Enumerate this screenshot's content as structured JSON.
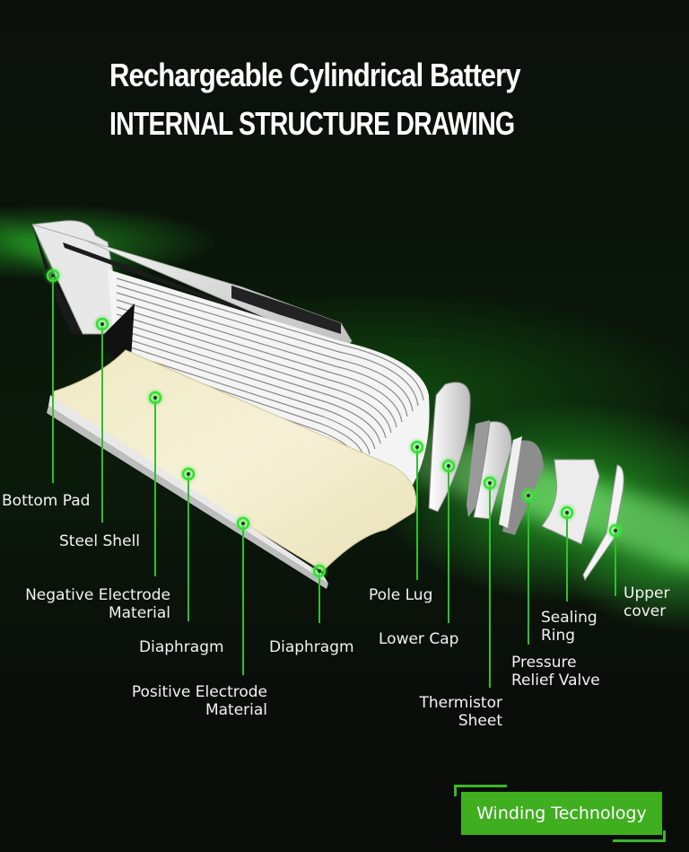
{
  "header": {
    "title": "Rechargeable Cylindrical Battery",
    "subtitle": "INTERNAL STRUCTURE DRAWING"
  },
  "colors": {
    "accent": "#3fae1f",
    "callout": "#2fd12f",
    "background": "#0b0f0b",
    "electrode": "#f1ecc8",
    "text": "#f2f2f2"
  },
  "callouts": [
    {
      "id": "bottom-pad",
      "label": "Bottom Pad",
      "marker": "target-dot-icon"
    },
    {
      "id": "steel-shell",
      "label": "Steel Shell",
      "marker": "target-dot-icon"
    },
    {
      "id": "negative-electrode",
      "label_line1": "Negative Electrode",
      "label_line2": "Material",
      "marker": "target-dot-icon"
    },
    {
      "id": "diaphragm-1",
      "label": "Diaphragm",
      "marker": "target-dot-icon"
    },
    {
      "id": "positive-electrode",
      "label_line1": "Positive Electrode",
      "label_line2": "Material",
      "marker": "target-dot-icon"
    },
    {
      "id": "diaphragm-2",
      "label": "Diaphragm",
      "marker": "target-dot-icon"
    },
    {
      "id": "pole-lug",
      "label": "Pole Lug",
      "marker": "target-dot-icon"
    },
    {
      "id": "lower-cap",
      "label": "Lower Cap",
      "marker": "target-dot-icon"
    },
    {
      "id": "thermistor-sheet",
      "label_line1": "Thermistor",
      "label_line2": "Sheet",
      "marker": "target-dot-icon"
    },
    {
      "id": "pressure-relief-valve",
      "label_line1": "Pressure",
      "label_line2": "Relief Valve",
      "marker": "target-dot-icon"
    },
    {
      "id": "sealing-ring",
      "label_line1": "Sealing",
      "label_line2": "Ring",
      "marker": "target-dot-icon"
    },
    {
      "id": "upper-cover",
      "label_line1": "Upper",
      "label_line2": "cover",
      "marker": "target-dot-icon"
    }
  ],
  "badge": {
    "label": "Winding Technology"
  }
}
